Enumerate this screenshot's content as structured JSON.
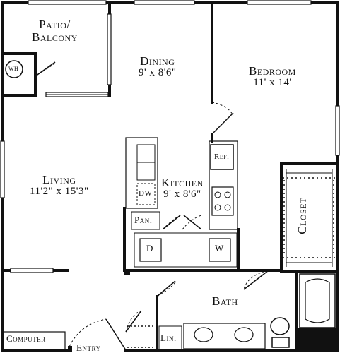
{
  "rooms": {
    "patio": {
      "name": "Patio/",
      "name2": "Balcony"
    },
    "dining": {
      "name": "Dining",
      "dims": "9' x 8'6\""
    },
    "bedroom": {
      "name": "Bedroom",
      "dims": "11' x 14'"
    },
    "living": {
      "name": "Living",
      "dims": "11'2\" x 15'3\""
    },
    "kitchen": {
      "name": "Kitchen",
      "dims": "9' x 8'6\""
    },
    "closet": {
      "name": "Closet"
    },
    "bath": {
      "name": "Bath"
    },
    "entry": {
      "name": "Entry"
    },
    "computer": {
      "name": "Computer"
    },
    "linen": {
      "name": "Lin."
    },
    "pantry": {
      "name": "Pan."
    }
  },
  "fixtures": {
    "water_heater": "WH",
    "refrigerator": "Ref.",
    "dishwasher": "DW",
    "dryer": "D",
    "washer": "W"
  },
  "colors": {
    "wall": "#111111",
    "background": "#ffffff"
  }
}
